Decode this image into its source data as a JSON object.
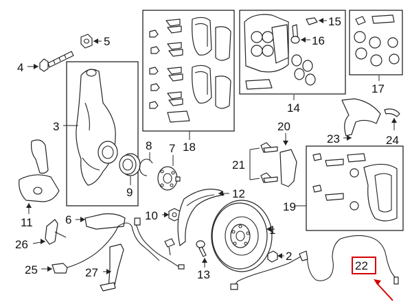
{
  "callouts": {
    "c1": "1",
    "c2": "2",
    "c3": "3",
    "c4": "4",
    "c5": "5",
    "c6": "6",
    "c7": "7",
    "c8": "8",
    "c9": "9",
    "c10": "10",
    "c11": "11",
    "c12": "12",
    "c13": "13",
    "c14": "14",
    "c15": "15",
    "c16": "16",
    "c17": "17",
    "c18": "18",
    "c19": "19",
    "c20": "20",
    "c21": "21",
    "c22": "22",
    "c23": "23",
    "c24": "24",
    "c25": "25",
    "c26": "26",
    "c27": "27"
  },
  "highlight": {
    "callout": "22",
    "color": "#d40000"
  }
}
